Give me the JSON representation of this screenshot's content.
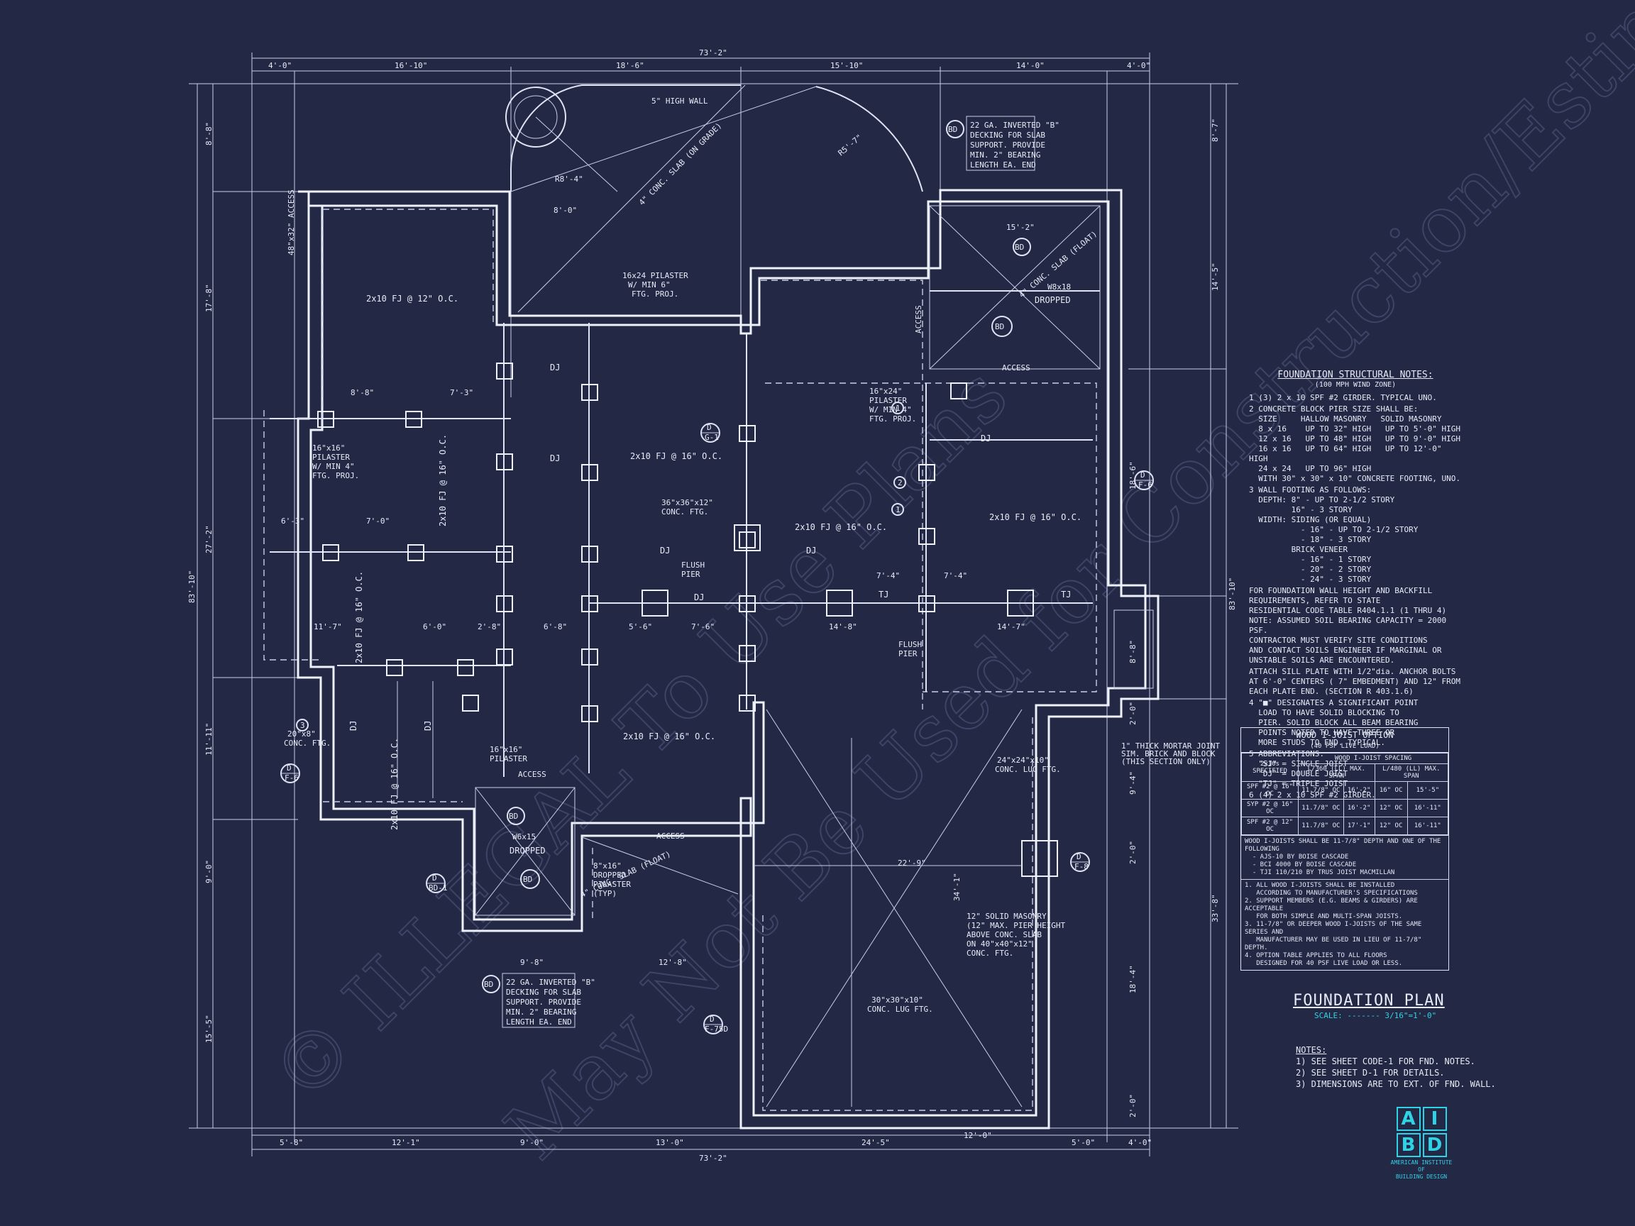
{
  "watermark": {
    "line1": "© ILLEGAL To Use Plans",
    "line2": "May Not Be Used for Construction/Estimation"
  },
  "dims_top": [
    "73'-2\"",
    "4'-0\"",
    "16'-10\"",
    "18'-6\"",
    "15'-10\"",
    "14'-0\"",
    "4'-0\""
  ],
  "dims_bottom": [
    "5'-8\"",
    "12'-1\"",
    "9'-0\"",
    "13'-0\"",
    "24'-5\"",
    "12'-0\"",
    "5'-0\"",
    "4'-0\"",
    "73'-2\""
  ],
  "dims_left": [
    "83'-10\"",
    "8'-8\"",
    "17'-8\"",
    "27'-2\"",
    "11'-11\"",
    "9'-0\"",
    "15'-5\""
  ],
  "dims_right": [
    "83'-10\"",
    "8'-7\"",
    "14'-5\"",
    "18'-6\"",
    "8'-8\"",
    "33'-8\"",
    "2'-0\"",
    "9'-4\"",
    "2'-0\"",
    "18'-4\"",
    "2'-0\""
  ],
  "labels": {
    "high_wall": "5\" HIGH WALL",
    "r84": "R8'-4\"",
    "r8": "8'-0\"",
    "r587": "R5'-7\"",
    "conc_slab_grade": "4\" CONC. SLAB (ON GRADE)",
    "conc_slab_float": "4\" CONC. SLAB (FLOAT)",
    "bd": "BD",
    "decking_top": [
      "22 GA. INVERTED \"B\"",
      "DECKING FOR SLAB",
      "SUPPORT. PROVIDE",
      "MIN. 2\" BEARING",
      "LENGTH EA. END"
    ],
    "decking_bot": [
      "22 GA. INVERTED \"B\"",
      "DECKING FOR SLAB",
      "SUPPORT. PROVIDE",
      "MIN. 2\" BEARING",
      "LENGTH EA. END"
    ],
    "fj12": "2x10 FJ @ 12\" O.C.",
    "fj16": "2x10 FJ @ 16\" O.C.",
    "fj16b": "2x10 FJ @ 16\" O.C.",
    "fj16c": "2x10 FJ @ 16\" O.C.",
    "fj16d": "2x10 FJ @ 16\" O.C.",
    "pilaster1624": [
      "16x24 PILASTER",
      "W/ MIN 6\"",
      "FTG. PROJ."
    ],
    "pilaster16x24": [
      "16\"x24\"",
      "PILASTER",
      "W/ MIN 4\"",
      "FTG. PROJ."
    ],
    "pilaster16x16": [
      "16\"x16\"",
      "PILASTER",
      "W/ MIN 4\"",
      "FTG. PROJ."
    ],
    "pilaster16": [
      "16\"x16\"",
      "PILASTER"
    ],
    "conc_ftg36": [
      "36\"x36\"x12\"",
      "CONC. FTG."
    ],
    "flush_pier": [
      "FLUSH",
      "PIER"
    ],
    "dropped": "DROPPED",
    "w8x18": "W8x18",
    "w6x15": "W6x15",
    "dropped_pil": [
      "8\"x16\"",
      "DROPPED",
      "PILASTER",
      "(TYP)"
    ],
    "access": "ACCESS",
    "dj": "DJ",
    "tj": "TJ",
    "lug24": [
      "24\"x24\"x10\"",
      "CONC. LUG FTG."
    ],
    "lug30": [
      "30\"x30\"x10\"",
      "CONC. LUG FTG."
    ],
    "solid_masonry": [
      "12\" SOLID MASONRY",
      "(12\" MAX. PIER HEIGHT",
      "ABOVE CONC. SLAB",
      "ON 40\"x40\"x12\"",
      "CONC. FTG."
    ],
    "mortar_joint": [
      "1\" THICK MORTAR JOINT",
      "SIM. BRICK AND BLOCK",
      "(THIS SECTION ONLY)"
    ],
    "conc_ftg20": [
      "20\"x8\"",
      "CONC. FTG."
    ],
    "access_4832": "48\"x32\" ACCESS",
    "dims_inner": [
      "8'-8\"",
      "7'-3\"",
      "6'-3\"",
      "7'-0\"",
      "11'-7\"",
      "6'-0\"",
      "2'-8\"",
      "6'-8\"",
      "5'-6\"",
      "7'-6\"",
      "7'-4\"",
      "7'-4\"",
      "14'-8\"",
      "14'-7\"",
      "22'-9\"",
      "34'-1\"",
      "9'-8\"",
      "12'-8\"",
      "15'-2\""
    ]
  },
  "notes": {
    "title": "FOUNDATION STRUCTURAL NOTES:",
    "subtitle": "(100 MPH WIND ZONE)",
    "items": [
      "1 (3) 2 x 10 SPF #2 GIRDER. TYPICAL UNO.",
      "2 CONCRETE BLOCK PIER SIZE SHALL BE:\n  SIZE     HALLOW MASONRY   SOLID MASONRY\n  8 x 16    UP TO 32\" HIGH   UP TO 5'-0\" HIGH\n  12 x 16   UP TO 48\" HIGH   UP TO 9'-0\" HIGH\n  16 x 16   UP TO 64\" HIGH   UP TO 12'-0\" HIGH\n  24 x 24   UP TO 96\" HIGH\n  WITH 30\" x 30\" x 10\" CONCRETE FOOTING, UNO.",
      "3 WALL FOOTING AS FOLLOWS:\n  DEPTH: 8\" - UP TO 2-1/2 STORY\n         16\" - 3 STORY\n  WIDTH: SIDING (OR EQUAL)\n           - 16\" - UP TO 2-1/2 STORY\n           - 18\" - 3 STORY\n         BRICK VENEER\n           - 16\" - 1 STORY\n           - 20\" - 2 STORY\n           - 24\" - 3 STORY",
      "FOR FOUNDATION WALL HEIGHT AND BACKFILL\nREQUIREMENTS, REFER TO STATE\nRESIDENTIAL CODE TABLE R404.1.1 (1 THRU 4)\nNOTE: ASSUMED SOIL BEARING CAPACITY = 2000 PSF.\nCONTRACTOR MUST VERIFY SITE CONDITIONS\nAND CONTACT SOILS ENGINEER IF MARGINAL OR\nUNSTABLE SOILS ARE ENCOUNTERED.",
      "ATTACH SILL PLATE WITH 1/2\"dia. ANCHOR BOLTS\nAT 6'-0\" CENTERS ( 7\" EMBEDMENT) AND 12\" FROM\nEACH PLATE END. (SECTION R 403.1.6)",
      "4 \"■\" DESIGNATES A SIGNIFICANT POINT\n  LOAD TO HAVE SOLID BLOCKING TO\n  PIER. SOLID BLOCK ALL BEAM BEARING\n  POINTS NOTED TO HAVE THREE OR\n  MORE STUDS TO FND. TYPICAL.",
      "5 ABBREVIATIONS:\n  \"SJ\" = SINGLE JOIST\n  \"DJ\" = DOUBLE JOIST\n  \"TJ\" = TRIPLE JOIST",
      "6 (4) 2 x 10 SPF #2 GIRDER."
    ]
  },
  "joist_table": {
    "title": "WOOD I-JOIST OPTION",
    "subtitle": "(40 PSF LIVE LOAD)",
    "head": [
      "2x10s SPECIFIED",
      "WOOD I-JOIST SPACING",
      "L/360 (LL) MAX. SPAN",
      "L/480 (LL) MAX. SPAN"
    ],
    "rows": [
      [
        "SPF #2 @ 16\" OC",
        "11.7/8\" OC",
        "16'-2\"",
        "16\" OC",
        "15'-5\""
      ],
      [
        "SYP #2 @ 16\" OC",
        "11.7/8\" OC",
        "16'-2\"",
        "12\" OC",
        "16'-11\""
      ],
      [
        "SPF #2 @ 12\" OC",
        "11.7/8\" OC",
        "17'-1\"",
        "12\" OC",
        "16'-11\""
      ]
    ],
    "foot1": "WOOD I-JOISTS SHALL BE 11-7/8\" DEPTH AND ONE OF THE FOLLOWING\n  - AJS-10 BY BOISE CASCADE\n  - BCI 4000 BY BOISE CASCADE\n  - TJI 110/210 BY TRUS JOIST MACMILLAN",
    "foot2": "1. ALL WOOD I-JOISTS SHALL BE INSTALLED\n   ACCORDING TO MANUFACTURER'S SPECIFICATIONS\n2. SUPPORT MEMBERS (E.G. BEAMS & GIRDERS) ARE ACCEPTABLE\n   FOR BOTH SIMPLE AND MULTI-SPAN JOISTS.\n3. 11-7/8\" OR DEEPER WOOD I-JOISTS OF THE SAME SERIES AND\n   MANUFACTURER MAY BE USED IN LIEU OF 11-7/8\" DEPTH.\n4. OPTION TABLE APPLIES TO ALL FLOORS\n   DESIGNED FOR 40 PSF LIVE LOAD OR LESS."
  },
  "title": {
    "name": "FOUNDATION PLAN",
    "scale": "SCALE: ------- 3/16\"=1'-0\""
  },
  "gen_notes": {
    "title": "NOTES:",
    "items": [
      "1) SEE SHEET CODE-1 FOR FND. NOTES.",
      "2) SEE SHEET D-1 FOR DETAILS.",
      "3) DIMENSIONS ARE TO EXT. OF FND. WALL."
    ]
  },
  "logo": {
    "letters": [
      "A",
      "I",
      "B",
      "D"
    ],
    "caption": [
      "AMERICAN INSTITUTE",
      "OF",
      "BUILDING DESIGN"
    ]
  },
  "tags": {
    "d": "D",
    "g1": "G-1",
    "f6": "F-6",
    "f6b": "F-6",
    "f8": "F-8",
    "bd1": "BD-1",
    "f75d": "F-75D",
    "one": "1",
    "two": "2",
    "three": "3"
  },
  "colors": {
    "background": "#232845",
    "line": "#dfe3f3",
    "accent": "#2fd3e6"
  }
}
